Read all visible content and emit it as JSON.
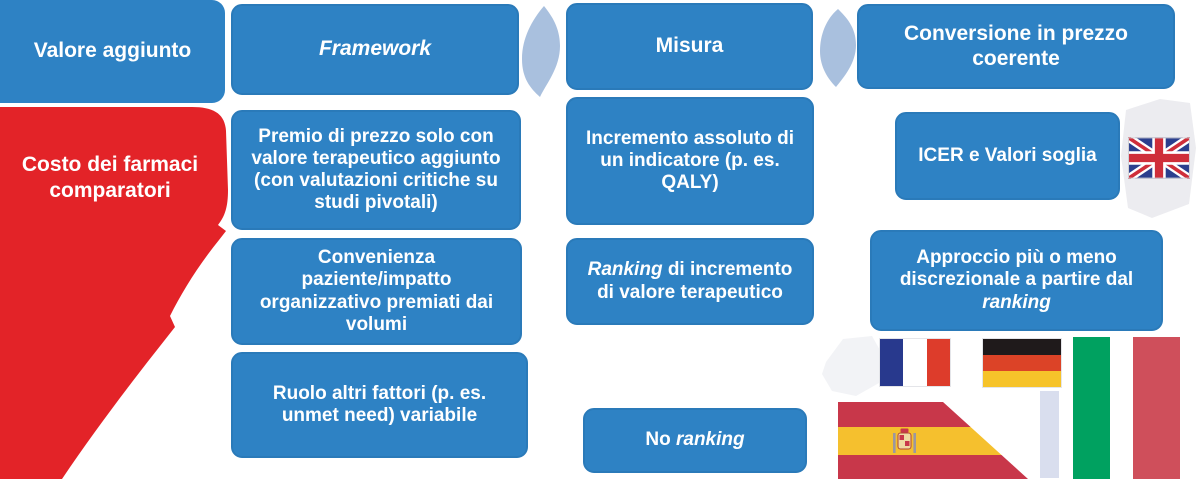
{
  "diagram_title": "",
  "columns": {
    "col1": {
      "header": "Valore aggiunto",
      "arrow_label": "Costo dei farmaci comparatori"
    },
    "col2": {
      "header": "Framework",
      "box1": "Premio di prezzo solo con valore terapeutico aggiunto (con valutazioni critiche su studi pivotali)",
      "box2": "Convenienza paziente/impatto organizzativo premiati dai volumi",
      "box3": "Ruolo altri fattori (p. es. unmet need) variabile"
    },
    "col3": {
      "header": "Misura",
      "box1": "Incremento assoluto di un indicatore (p. es. QALY)",
      "box2_italic": "Ranking",
      "box2_rest": " di incremento di valore terapeutico",
      "box3_plain": "No ",
      "box3_italic": "ranking"
    },
    "col4": {
      "header": "Conversione in prezzo coerente",
      "box1": "ICER e Valori soglia",
      "box2_main": "Approccio più o meno discrezionale a partire dal ",
      "box2_italic": "ranking"
    }
  },
  "flags": {
    "uk": "united-kingdom-flag",
    "france": "france-flag",
    "germany": "germany-flag",
    "italy": "italy-flag",
    "spain": "spain-flag"
  },
  "palette": {
    "box_blue": "#2e82c4",
    "box_border": "#2a7ab9",
    "arrow_red": "#e32328",
    "connector_blue": "#a9c0de",
    "text_white": "#ffffff",
    "italy_green": "#00a160",
    "italy_red": "#cf4f5b",
    "spain_red": "#c8374a",
    "spain_yellow": "#f5c02e",
    "uk_blue": "#2b3f8e",
    "uk_red": "#cf2e3a"
  }
}
